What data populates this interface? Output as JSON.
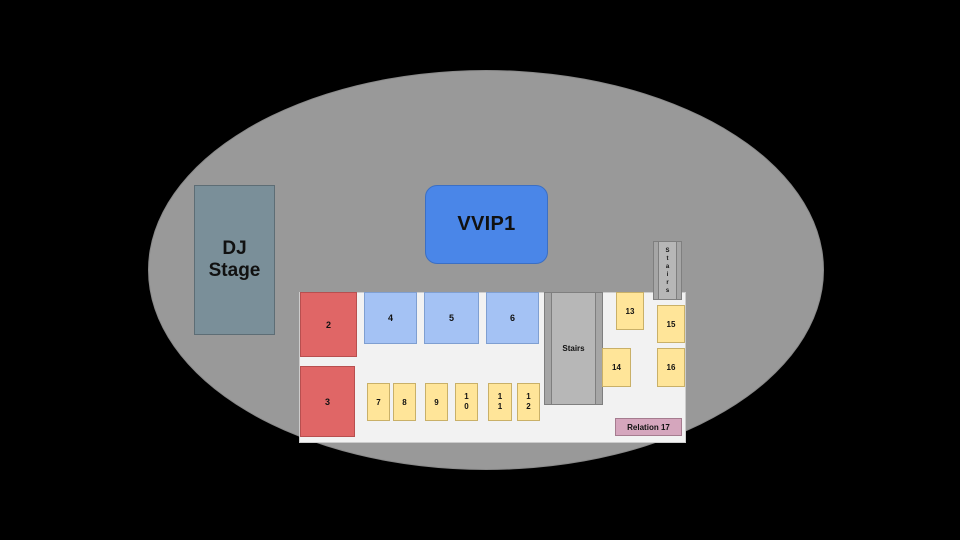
{
  "venue": {
    "dj_stage": "DJ\nStage",
    "vvip": "VVIP1",
    "stairs_main": "Stairs",
    "stairs_side": "S\nt\na\ni\nr\ns",
    "relation": "Relation 17"
  },
  "tables": {
    "t2": "2",
    "t3": "3",
    "t4": "4",
    "t5": "5",
    "t6": "6",
    "t7": "7",
    "t8": "8",
    "t9": "9",
    "t10": "1\n0",
    "t11": "1\n1",
    "t12": "1\n2",
    "t13": "13",
    "t14": "14",
    "t15": "15",
    "t16": "16"
  },
  "colors": {
    "background": "#000000",
    "floor_ellipse": "#999999",
    "dj_stage": "#7a8f99",
    "vvip": "#4a86e8",
    "red_table": "#e06666",
    "blue_table": "#a4c2f4",
    "yellow_table": "#ffe599",
    "relation": "#d5a6bd",
    "stairs": "#b7b7b7"
  }
}
